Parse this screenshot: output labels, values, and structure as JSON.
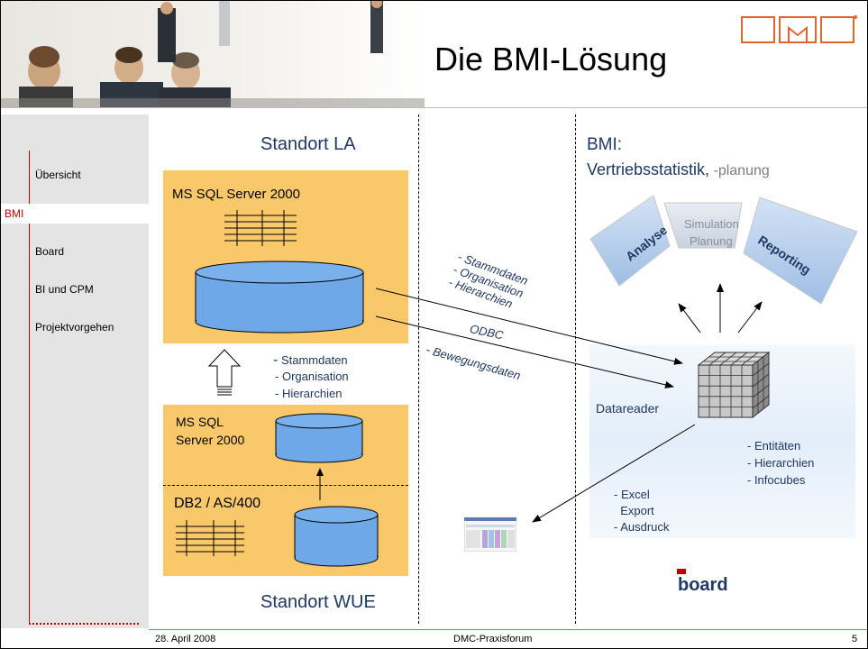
{
  "header": {
    "title": "Die BMI-Lösung",
    "logo": "DMC"
  },
  "sidebar": {
    "items": [
      {
        "label": "Übersicht",
        "active": false
      },
      {
        "label": "BMI",
        "active": true
      },
      {
        "label": "Board",
        "active": false
      },
      {
        "label": "BI und CPM",
        "active": false
      },
      {
        "label": "Projektvorgehen",
        "active": false
      }
    ]
  },
  "left": {
    "top_title": "Standort LA",
    "sql_top_label": "MS SQL Server 2000",
    "arrow_items": [
      "Stammdaten",
      "Organisation",
      "Hierarchien"
    ],
    "sql_bottom_label": [
      "MS SQL",
      "Server 2000"
    ],
    "db2_label": "DB2 / AS/400",
    "bottom_title": "Standort WUE"
  },
  "middle": {
    "rot_items": [
      "- Stammdaten",
      "- Organisation",
      "- Hierarchien"
    ],
    "odbc": "ODBC",
    "bewegung": "- Bewegungsdaten"
  },
  "right": {
    "title1": "BMI:",
    "title2_strong": "Vertriebsstatistik,",
    "title2_light": " -planung",
    "segments": {
      "left": "Analyse",
      "center": [
        "Simulation",
        "Planung"
      ],
      "right": "Reporting"
    },
    "datareader": "Datareader",
    "cube_items": [
      "- Entitäten",
      "- Hierarchien",
      "- Infocubes"
    ],
    "export_items": [
      "- Excel",
      "  Export",
      "- Ausdruck"
    ],
    "board_logo": "board"
  },
  "footer": {
    "date": "28. April 2008",
    "event": "DMC-Praxisforum",
    "page": "5"
  },
  "colors": {
    "box": "#f9c86b",
    "cylinder": "#6fa8e8",
    "navy": "#1f3864",
    "accent": "#c00000"
  }
}
